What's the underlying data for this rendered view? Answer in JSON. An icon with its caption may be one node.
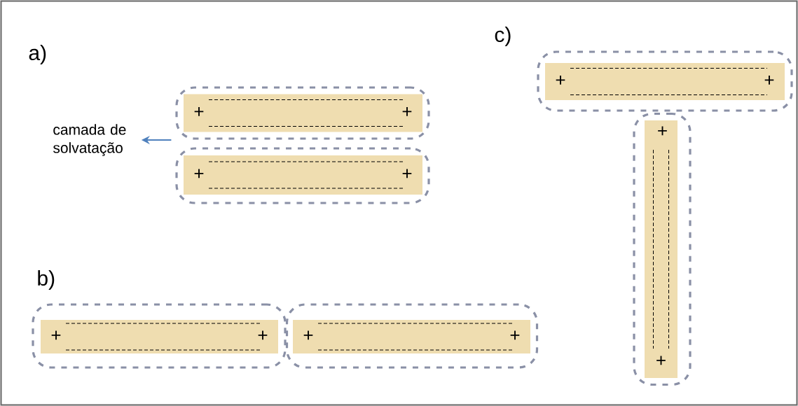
{
  "diagram": {
    "nodes": [
      {
        "text": [
          "camada de solvatação"
        ]
      },
      {
        "text": [],
        "shape": "box"
      },
      {
        "text": [
          "+",
          "+"
        ],
        "in": 1
      },
      {
        "text": [],
        "shape": "box"
      },
      {
        "text": [
          "+",
          "+"
        ],
        "in": 3
      },
      {
        "text": [],
        "shape": "box"
      },
      {
        "text": [
          "+",
          "+"
        ],
        "in": 5
      },
      {
        "text": [],
        "shape": "box"
      },
      {
        "text": [
          "+",
          "+"
        ],
        "in": 7
      },
      {
        "text": [],
        "shape": "box"
      },
      {
        "text": [
          "+",
          "+"
        ],
        "in": 9
      },
      {
        "text": [],
        "shape": "box"
      },
      {
        "text": [
          "+",
          "+"
        ],
        "in": 11
      }
    ],
    "edges": [
      {
        "from": 1,
        "to": 0,
        "arrow": "to",
        "color": "#4f81bd"
      }
    ],
    "labels": [
      "a)",
      "c)",
      "b)"
    ]
  }
}
